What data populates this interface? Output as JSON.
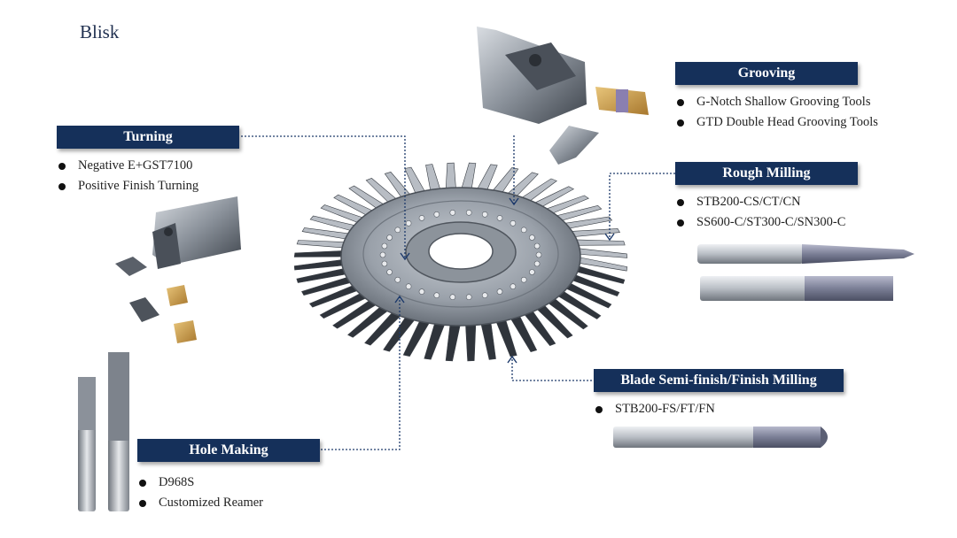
{
  "slide": {
    "title": "Blisk",
    "sections": {
      "turning": {
        "label": "Turning",
        "items": [
          "Negative E+GST7100",
          "Positive Finish Turning"
        ]
      },
      "grooving": {
        "label": "Grooving",
        "items": [
          "G-Notch Shallow Grooving Tools",
          "GTD Double Head Grooving Tools"
        ]
      },
      "rough_milling": {
        "label": "Rough Milling",
        "items": [
          "STB200-CS/CT/CN",
          "SS600-C/ST300-C/SN300-C"
        ]
      },
      "finish_milling": {
        "label": "Blade Semi-finish/Finish Milling",
        "items": [
          "STB200-FS/FT/FN"
        ]
      },
      "hole_making": {
        "label": "Hole Making",
        "items": [
          "D968S",
          "Customized Reamer"
        ]
      }
    }
  },
  "colors": {
    "label_bg": "#15305a",
    "label_text": "#ffffff",
    "connector": "#1d3a6b",
    "body_text": "#222222"
  },
  "images": {
    "blisk": "bladed-disk-image",
    "turning_tool": "turning-holder-and-inserts-image",
    "grooving_tool": "grooving-holder-and-inserts-image",
    "rough_mills": "rough-end-mills-image",
    "finish_mill": "ball-nose-end-mill-image",
    "drills": "drill-and-reamer-image"
  }
}
